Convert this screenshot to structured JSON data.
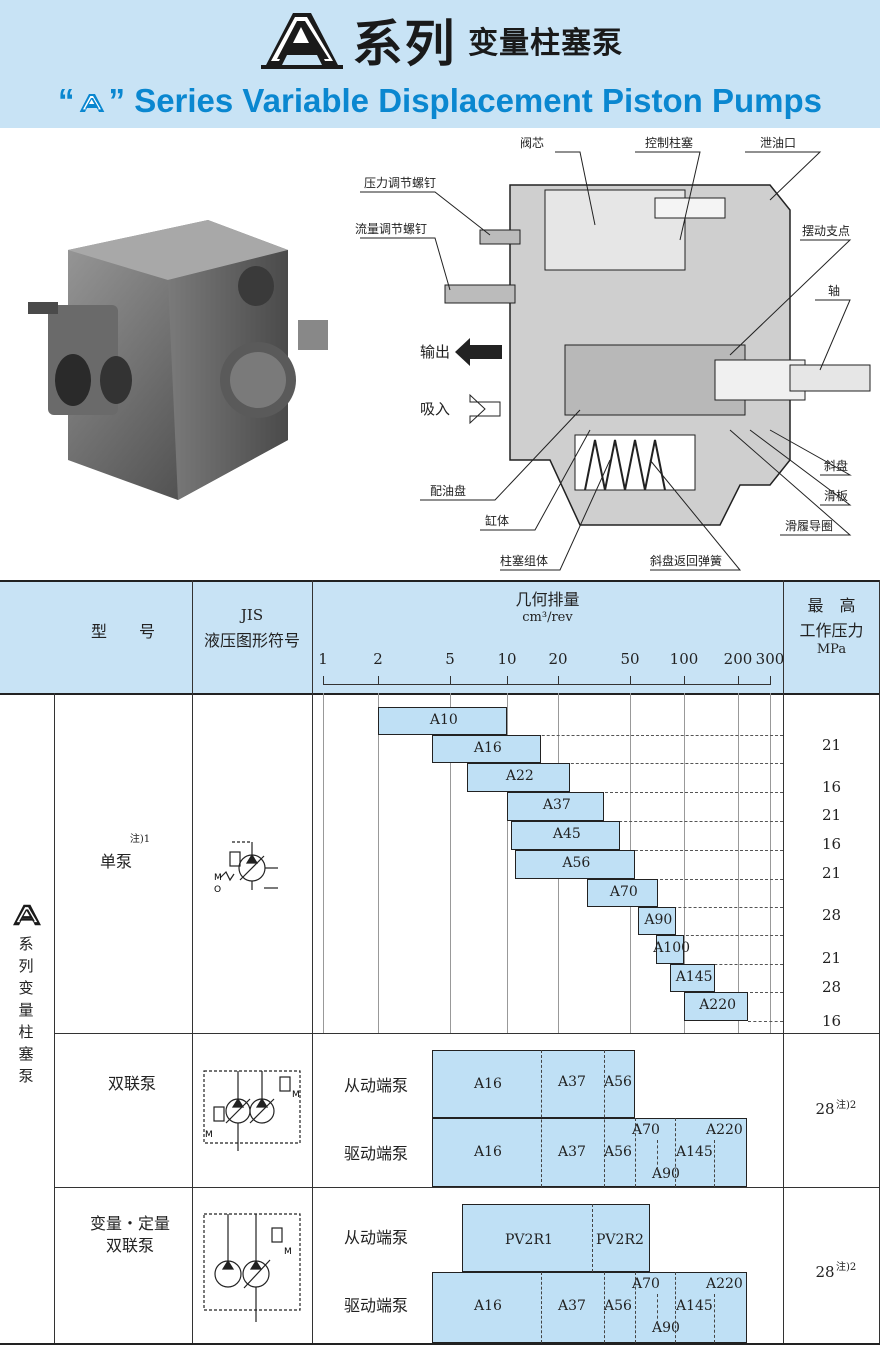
{
  "header": {
    "title_cn_series": "系列",
    "title_cn_sub": "变量柱塞泵",
    "title_en_open": "“",
    "title_en_close": "”",
    "title_en_text": "Series Variable Displacement Piston Pumps"
  },
  "diagram": {
    "labels": {
      "valve_core": "阀芯",
      "control_piston": "控制柱塞",
      "drain_port": "泄油口",
      "pressure_screw": "压力调节螺钉",
      "flow_screw": "流量调节螺钉",
      "pivot": "摆动支点",
      "shaft": "轴",
      "outlet": "输出",
      "inlet": "吸入",
      "port_plate": "配油盘",
      "swash_plate": "斜盘",
      "slipper": "滑板",
      "slipper_guide": "滑履导圈",
      "cylinder": "缸体",
      "piston_assembly": "柱塞组体",
      "return_spring": "斜盘返回弹簧"
    }
  },
  "table": {
    "head": {
      "model": "型　　号",
      "jis_line1": "JIS",
      "jis_line2": "液压图形符号",
      "disp_line1": "几何排量",
      "disp_line2": "cm³/rev",
      "pressure_line1": "最　高",
      "pressure_line2": "工作压力",
      "pressure_line3": "MPa"
    },
    "scale": [
      "1",
      "2",
      "5",
      "10",
      "20",
      "50",
      "100",
      "200",
      "300"
    ],
    "series_label": [
      "系",
      "列",
      "变",
      "量",
      "柱",
      "塞",
      "泵"
    ],
    "single": {
      "name": "单泵",
      "note": "注)1",
      "rows": [
        {
          "model": "A10",
          "pressure": "21"
        },
        {
          "model": "A16",
          "pressure": ""
        },
        {
          "model": "A22",
          "pressure": "16"
        },
        {
          "model": "A37",
          "pressure": "21"
        },
        {
          "model": "A45",
          "pressure": "16"
        },
        {
          "model": "A56",
          "pressure": "21"
        },
        {
          "model": "A70",
          "pressure": "28"
        },
        {
          "model": "A90",
          "pressure": ""
        },
        {
          "model": "A100",
          "pressure": "21"
        },
        {
          "model": "A145",
          "pressure": "28"
        },
        {
          "model": "A220",
          "pressure": "16"
        }
      ]
    },
    "double": {
      "name": "双联泵",
      "driven": "从动端泵",
      "drive": "驱动端泵",
      "driven_models": [
        "A16",
        "A37",
        "A56"
      ],
      "drive_models": [
        "A16",
        "A37",
        "A56",
        "A70",
        "A90",
        "A145",
        "A220"
      ],
      "pressure": "28",
      "note": "注)2"
    },
    "mixed": {
      "name_line1": "变量・定量",
      "name_line2": "双联泵",
      "driven": "从动端泵",
      "drive": "驱动端泵",
      "driven_models": [
        "PV2R1",
        "PV2R2"
      ],
      "drive_models": [
        "A16",
        "A37",
        "A56",
        "A70",
        "A90",
        "A145",
        "A220"
      ],
      "pressure": "28",
      "note": "注)2"
    }
  },
  "colors": {
    "header_bg": "#c8e3f5",
    "title_blue": "#0a87d0",
    "bar_fill": "#bfe0f5"
  }
}
